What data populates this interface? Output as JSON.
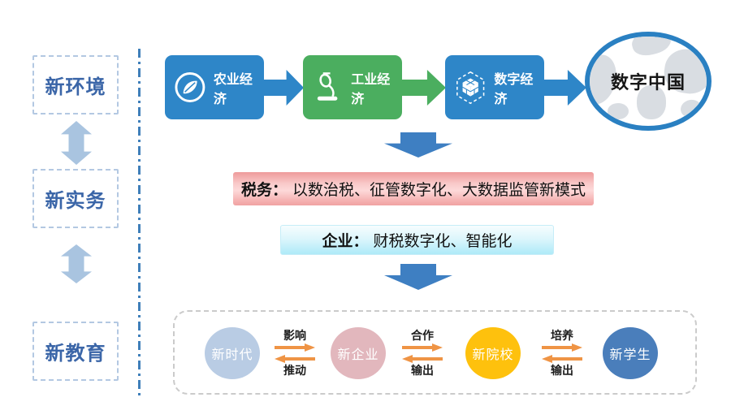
{
  "left_panel": {
    "items": [
      {
        "label": "新环境"
      },
      {
        "label": "新实务"
      },
      {
        "label": "新教育"
      }
    ]
  },
  "flow": {
    "nodes": [
      {
        "label": "农业经济",
        "icon": "leaf-circle-icon",
        "color": "#2e86c8"
      },
      {
        "label": "工业经济",
        "icon": "microscope-icon",
        "color": "#4bae5f"
      },
      {
        "label": "数字经济",
        "icon": "cube-hexagon-icon",
        "color": "#2e86c8"
      }
    ],
    "destination": {
      "label": "数字中国",
      "icon": "globe-icon",
      "ring_color": "#2a80c2"
    }
  },
  "callouts": {
    "tax": {
      "prefix": "税务：",
      "text": "以数治税、征管数字化、大数据监管新模式"
    },
    "enterprise": {
      "prefix": "企业：",
      "text": "财税数字化、智能化"
    }
  },
  "cycle": {
    "nodes": [
      {
        "label": "新时代",
        "color": "#b9cce4"
      },
      {
        "label": "新企业",
        "color": "#e2b7bd"
      },
      {
        "label": "新院校",
        "color": "#fec10d"
      },
      {
        "label": "新学生",
        "color": "#4a7ebb"
      }
    ],
    "links": [
      {
        "top": "影响",
        "bottom": "推动"
      },
      {
        "top": "合作",
        "bottom": "输出"
      },
      {
        "top": "培养",
        "bottom": "输出"
      }
    ]
  },
  "colors": {
    "flow_blue": "#2e86c8",
    "flow_green": "#4bae5f",
    "left_text_blue": "#3b66a8",
    "double_arrow_blue": "#a9c4e0",
    "separator_blue": "#3f7fba",
    "down_arrow_blue": "#3e7fc2",
    "link_arrow_orange": "#ef9445",
    "tax_box_pink": "#fdd9d9",
    "enterprise_box_cyan": "#aeeaf8",
    "cycle_frame_gray": "#cbcbcb",
    "globe_ring_blue": "#2a80c2"
  }
}
